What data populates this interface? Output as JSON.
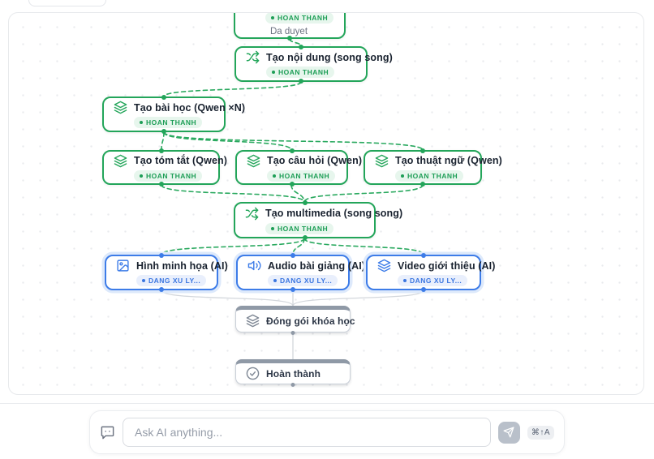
{
  "workflow": {
    "approved_node": {
      "status": "HOAN THANH",
      "note": "Da duyet"
    },
    "nodes": [
      {
        "key": "tao-noi-dung",
        "icon": "shuffle-icon",
        "title": "Tạo nội dung (song song)",
        "status": "HOAN THANH",
        "state": "done"
      },
      {
        "key": "tao-bai-hoc",
        "icon": "layers-icon",
        "title": "Tạo bài học (Qwen ×N)",
        "status": "HOAN THANH",
        "state": "done"
      },
      {
        "key": "tao-tom-tat",
        "icon": "layers-icon",
        "title": "Tạo tóm tắt (Qwen)",
        "status": "HOAN THANH",
        "state": "done"
      },
      {
        "key": "tao-cau-hoi",
        "icon": "layers-icon",
        "title": "Tạo câu hỏi (Qwen)",
        "status": "HOAN THANH",
        "state": "done"
      },
      {
        "key": "tao-thuat-ngu",
        "icon": "layers-icon",
        "title": "Tạo thuật ngữ (Qwen)",
        "status": "HOAN THANH",
        "state": "done"
      },
      {
        "key": "tao-multimedia",
        "icon": "shuffle-icon",
        "title": "Tạo multimedia (song song)",
        "status": "HOAN THANH",
        "state": "done"
      },
      {
        "key": "hinh-minh-hoa",
        "icon": "image-icon",
        "title": "Hình minh họa (AI)",
        "status": "DANG XU LY...",
        "state": "running"
      },
      {
        "key": "audio-bai-giang",
        "icon": "audio-icon",
        "title": "Audio bài giảng (AI)",
        "status": "DANG XU LY...",
        "state": "running"
      },
      {
        "key": "video-gioi-thieu",
        "icon": "layers-icon",
        "title": "Video giới thiệu (AI)",
        "status": "DANG XU LY...",
        "state": "running"
      },
      {
        "key": "dong-goi",
        "icon": "layers-icon",
        "title": "Đóng gói khóa học",
        "state": "pending"
      },
      {
        "key": "hoan-thanh",
        "icon": "check-icon",
        "title": "Hoàn thành",
        "state": "pending"
      }
    ]
  },
  "ask_bar": {
    "placeholder": "Ask AI anything...",
    "shortcut": "⌘↑A"
  },
  "colors": {
    "done_green": "#23a55a",
    "running_blue": "#3d7ce8",
    "pending_gray": "#8f99a6",
    "edge_gray": "#d3d7dc"
  }
}
